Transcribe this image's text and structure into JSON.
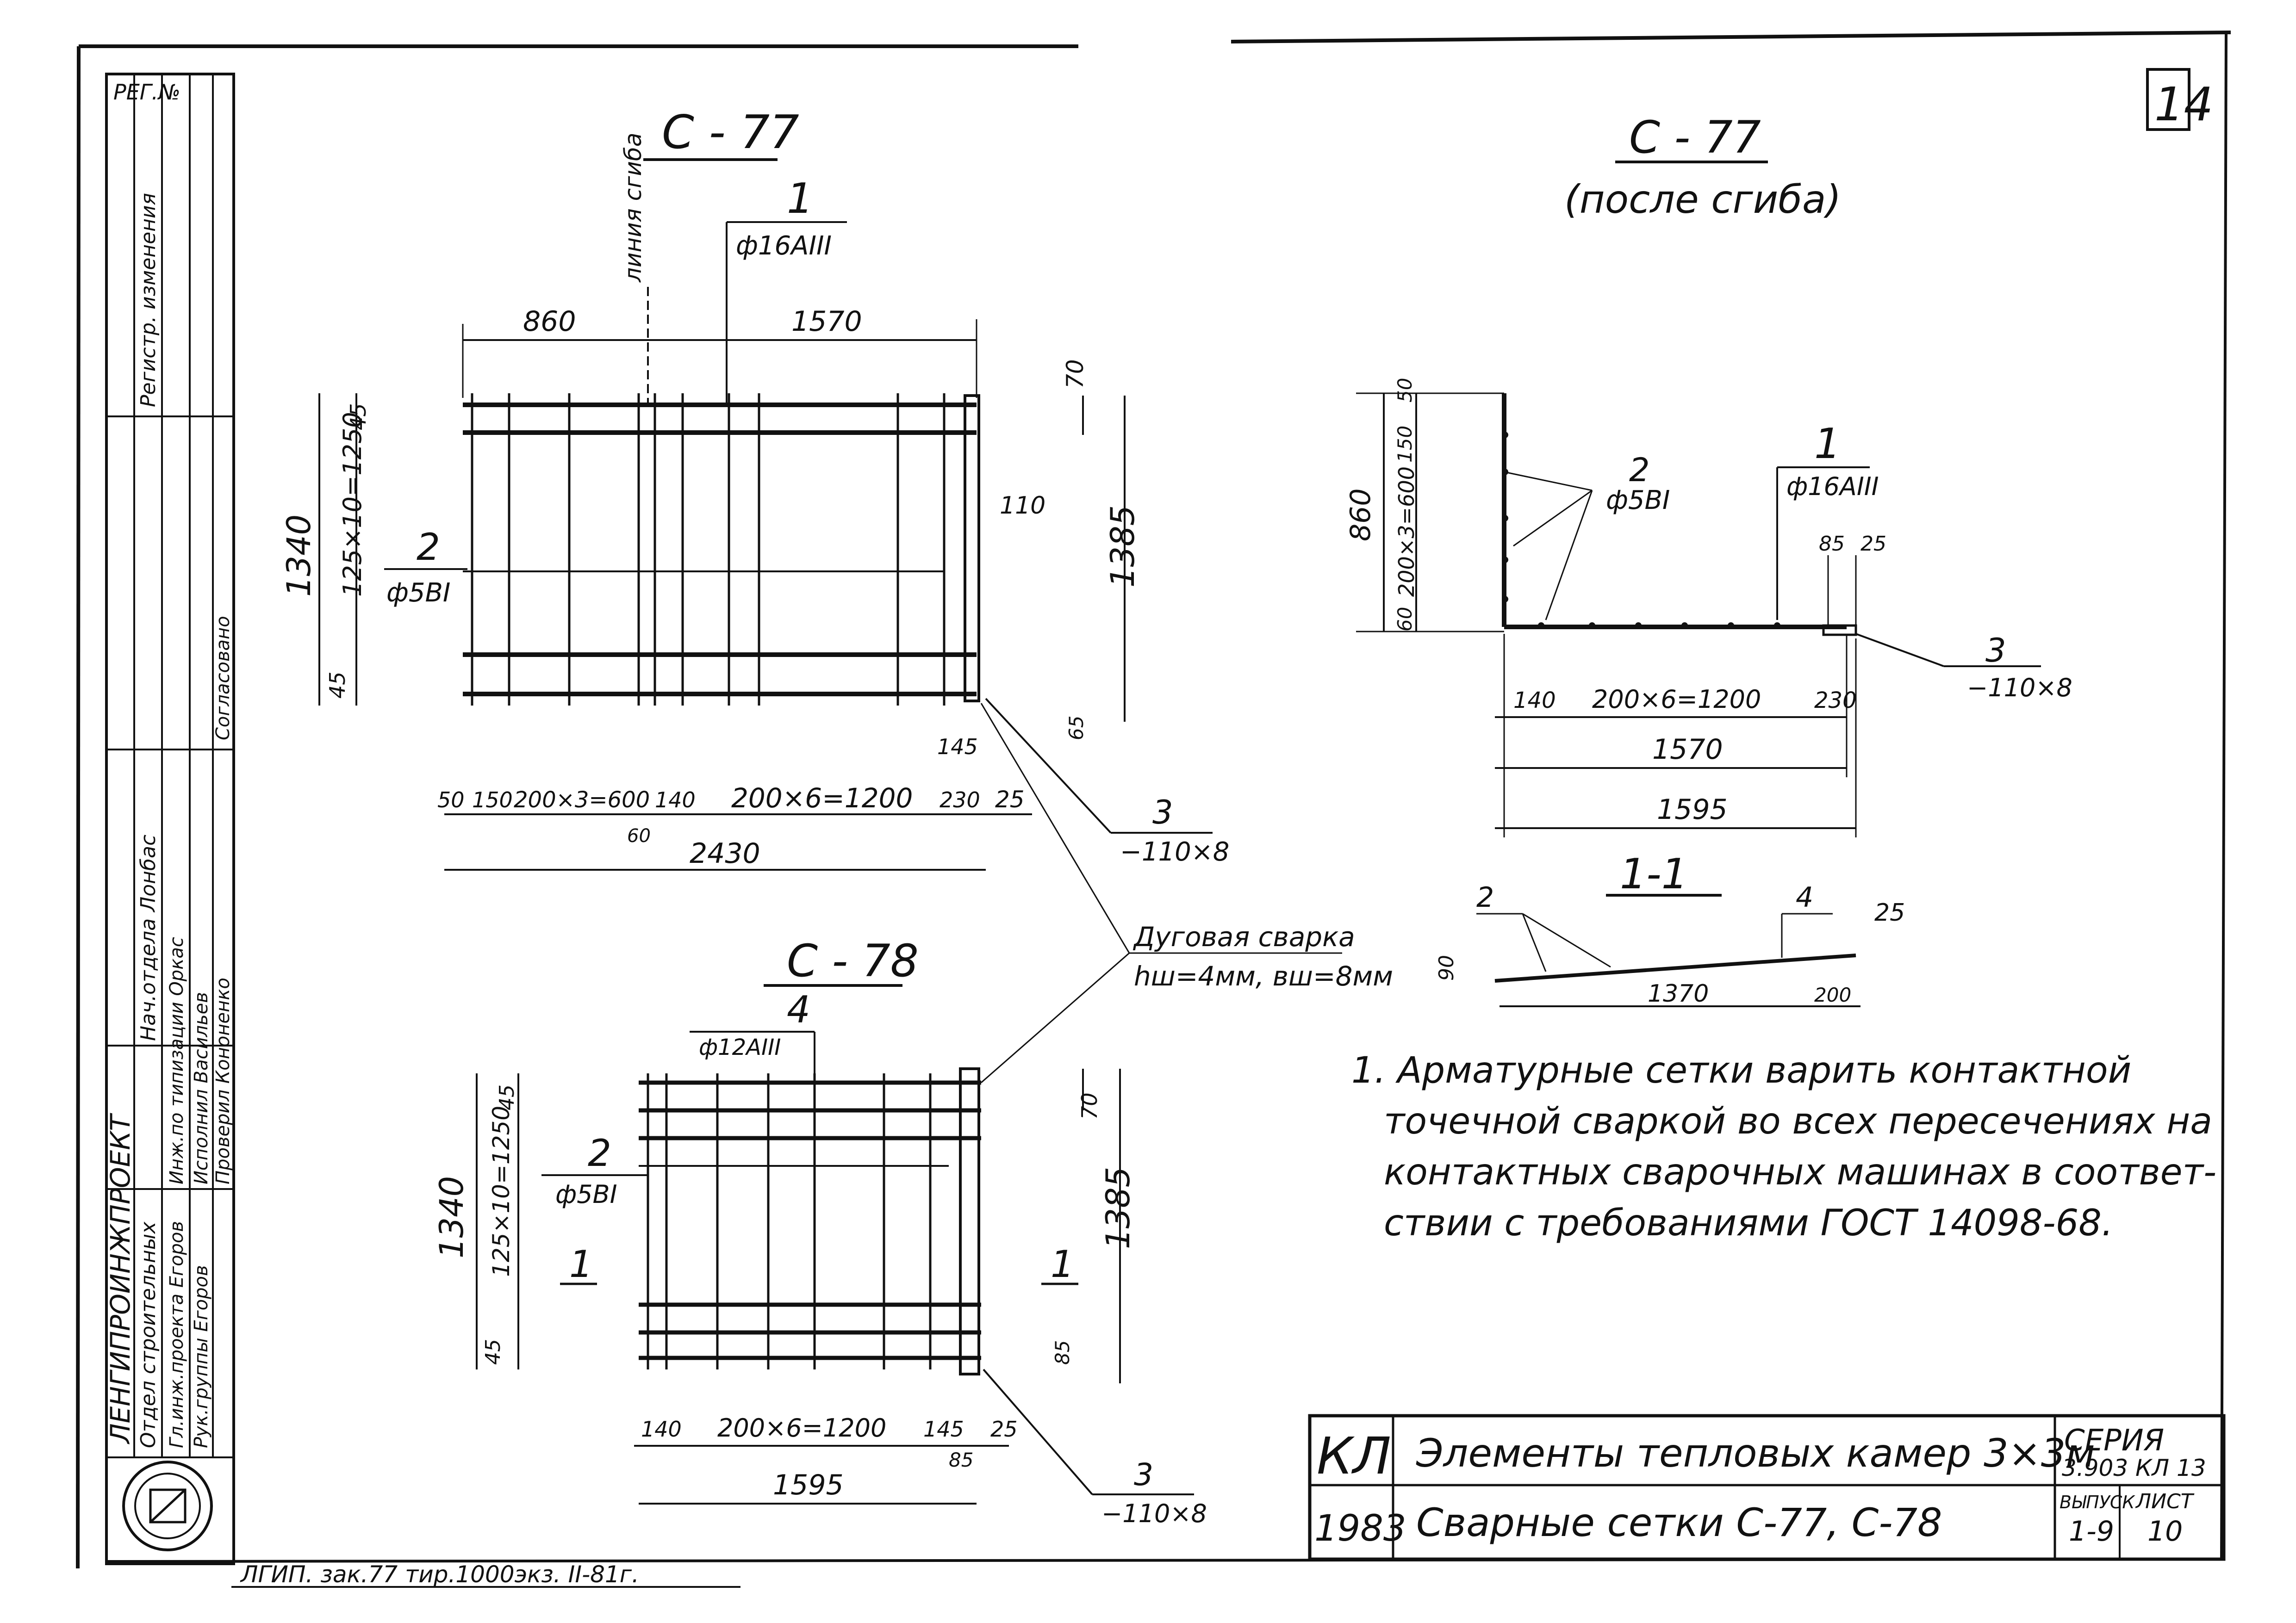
{
  "sheet": {
    "page_number": "14",
    "stamp_top_left": "РЕГ.№"
  },
  "c77_flat": {
    "title": "С - 77",
    "bend_line_label": "линия сгиба",
    "pos1_label": "1",
    "pos1_rebar": "ф16АIII",
    "pos2_label": "2",
    "pos2_rebar": "ф5BI",
    "pos3_label": "3",
    "pos3_strip": "−110×8",
    "dims": {
      "top_left": "860",
      "top_right": "1570",
      "left_overall": "1340",
      "left_inner": "125×10=1250",
      "left_top": "45",
      "left_bottom": "45",
      "right_top": "70",
      "right_mid": "110",
      "right_overall": "1385",
      "right_bottom": "65",
      "b1": "50",
      "b2": "150",
      "b3": "200×3=600",
      "b4": "140",
      "b5": "200×6=1200",
      "b6": "230",
      "b7": "25",
      "b8": "145",
      "b9": "60",
      "overall": "2430"
    }
  },
  "c77_bent": {
    "title": "С - 77",
    "subtitle": "(после сгиба)",
    "pos1_label": "1",
    "pos1_rebar": "ф16АIII",
    "pos2_label": "2",
    "pos2_rebar": "ф5BI",
    "pos3_label": "3",
    "pos3_strip": "−110×8",
    "dims": {
      "height": "860",
      "v_top": "50",
      "v_150": "150",
      "v_mid": "200×3=600",
      "v_bottom": "60",
      "d140": "140",
      "d1200": "200×6=1200",
      "d230": "230",
      "d85": "85",
      "d25": "25",
      "d1570": "1570",
      "d1595": "1595"
    }
  },
  "c78": {
    "title": "С - 78",
    "pos4_label": "4",
    "pos4_rebar": "ф12АIII",
    "pos2_label": "2",
    "pos2_rebar": "ф5BI",
    "pos3_label": "3",
    "pos3_strip": "−110×8",
    "section_label": "1",
    "dims": {
      "left_overall": "1340",
      "left_inner": "125×10=1250",
      "left_top": "45",
      "left_bottom": "45",
      "right_top": "70",
      "right_overall": "1385",
      "right_bottom": "85",
      "b140": "140",
      "b1200": "200×6=1200",
      "b145": "145",
      "b25": "25",
      "b85": "85",
      "overall": "1595"
    }
  },
  "welding": {
    "line1": "Дуговая сварка",
    "line2": "hш=4мм, вш=8мм"
  },
  "section_1_1": {
    "title": "1-1",
    "label2": "2",
    "label4": "4",
    "d25": "25",
    "d90": "90",
    "d1370": "1370",
    "d200": "200"
  },
  "notes": {
    "line1": "1. Арматурные сетки варить контактной",
    "line2": "точечной сваркой во всех пересечениях на",
    "line3": "контактных сварочных машинах в соответ-",
    "line4": "ствии с требованиями ГОСТ 14098-68."
  },
  "title_block": {
    "code": "КЛ",
    "year": "1983",
    "title1": "Элементы тепловых камер 3×3м",
    "title2": "Сварные сетки С-77, С-78",
    "series_label": "СЕРИЯ",
    "series_value": "3.903 КЛ 13",
    "issue_label": "ВЫПУСК",
    "issue_value": "1-9",
    "sheet_label": "ЛИСТ",
    "sheet_value": "10"
  },
  "side_stamp": {
    "organization": "ЛЕНГИПРОИНЖПРОЕКТ",
    "rows": [
      "Нач.отдела  Лонбас",
      "Отдел строительных",
      "Гл.инж.проекта  Егоров",
      "Инж.по типизации  Оркас",
      "Рук.группы  Егоров",
      "Исполнил  Васильев",
      "Проверил  Кононенко"
    ],
    "revision_header": "Регистр. изменения",
    "agreed": "Согласовано"
  },
  "footer": {
    "print_note": "ЛГИП. зак.77 тир.1000экз. II-81г."
  }
}
